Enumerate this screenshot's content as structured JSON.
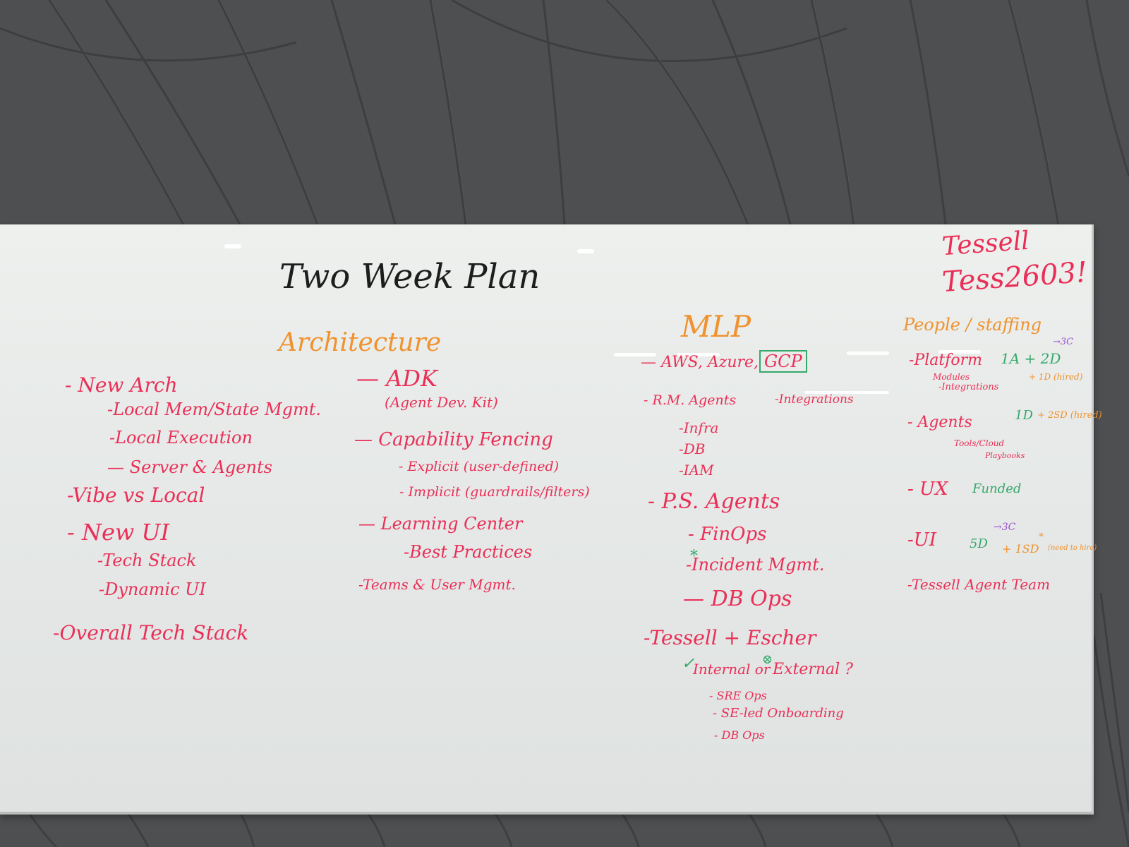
{
  "board": {
    "title": "Two Week Plan",
    "credentials": {
      "line1": "Tessell",
      "line2": "Tess2603!"
    },
    "architecture": {
      "heading": "Architecture",
      "col1": [
        "- New Arch",
        "-Local Mem/State Mgmt.",
        "-Local Execution",
        "— Server & Agents",
        "-Vibe vs Local",
        "- New UI",
        "-Tech Stack",
        "-Dynamic UI",
        "-Overall Tech Stack"
      ],
      "col2": [
        "— ADK",
        "(Agent Dev. Kit)",
        "— Capability Fencing",
        "- Explicit (user-defined)",
        "- Implicit (guardrails/filters)",
        "— Learning Center",
        "-Best Practices",
        "-Teams & User Mgmt."
      ]
    },
    "mlp": {
      "heading": "MLP",
      "cloud_prefix": "— AWS, Azure,",
      "cloud_boxed": "GCP",
      "rm_agents": "- R.M. Agents",
      "integrations": "-Integrations",
      "rm_items": [
        "-Infra",
        "-DB",
        "-IAM"
      ],
      "ps_agents": "- P.S. Agents",
      "ps_items": [
        "- FinOps",
        "-Incident Mgmt.",
        "— DB Ops"
      ],
      "star": "*",
      "tessell_escher": "-Tessell + Escher",
      "internal_prefix": "Internal or",
      "internal_suffix": "External ?",
      "check": "✓",
      "x_mark": "⊗",
      "te_items": [
        "- SRE Ops",
        "- SE-led Onboarding",
        "- DB Ops"
      ]
    },
    "people": {
      "heading": "People / staffing",
      "platform": "-Platform",
      "platform_sub1": "Modules",
      "platform_sub2": "-Integrations",
      "platform_green": "1A + 2D",
      "platform_orange": "+ 1D (hired)",
      "platform_arrow": "→3C",
      "agents": "- Agents",
      "agents_sub1": "Tools/Cloud",
      "agents_sub2": "Playbooks",
      "agents_green": "1D",
      "agents_orange": "+ 2SD (hired)",
      "ux": "- UX",
      "ux_green": "Funded",
      "ui": "-UI",
      "ui_green": "5D",
      "ui_arrow": "→3C",
      "ui_orange": "+ 1SD",
      "ui_note": "(need to hire)",
      "ui_star": "*",
      "tessell_agent_team": "-Tessell Agent Team"
    }
  }
}
